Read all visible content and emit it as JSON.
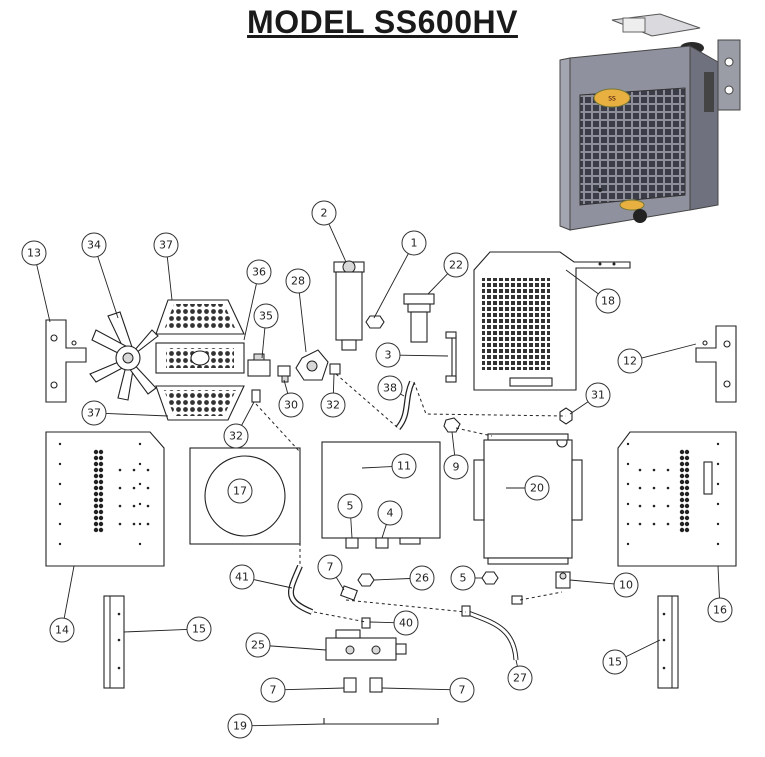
{
  "title": "MODEL SS600HV",
  "callouts": {
    "c1": "1",
    "c2": "2",
    "c3": "3",
    "c4": "4",
    "c5a": "5",
    "c5b": "5",
    "c7a": "7",
    "c7b": "7",
    "c7c": "7",
    "c9": "9",
    "c10": "10",
    "c11": "11",
    "c12": "12",
    "c13": "13",
    "c14": "14",
    "c15a": "15",
    "c15b": "15",
    "c16": "16",
    "c17": "17",
    "c18": "18",
    "c19": "19",
    "c20": "20",
    "c22": "22",
    "c25": "25",
    "c26": "26",
    "c27": "27",
    "c28": "28",
    "c30": "30",
    "c31": "31",
    "c32a": "32",
    "c32b": "32",
    "c34": "34",
    "c35": "35",
    "c36": "36",
    "c37a": "37",
    "c37b": "37",
    "c38": "38",
    "c40": "40",
    "c41": "41"
  }
}
